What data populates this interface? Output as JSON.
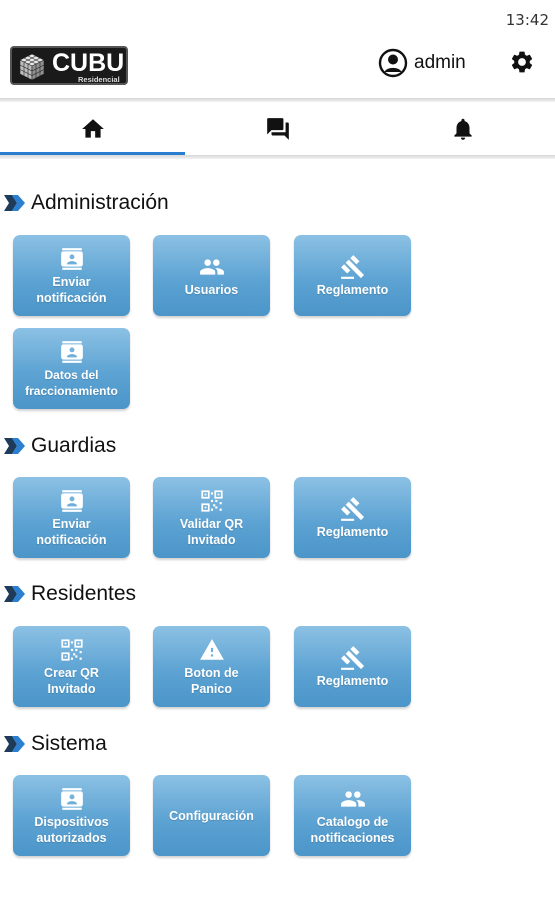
{
  "status_bar": {
    "time": "13:42"
  },
  "header": {
    "logo_text": "CUBU",
    "logo_sub": "Residencial",
    "user_name": "admin"
  },
  "tabs": [
    {
      "icon": "home-icon"
    },
    {
      "icon": "chat-icon"
    },
    {
      "icon": "bell-icon"
    }
  ],
  "colors": {
    "accent": "#2a7fd0",
    "tile": "#5da3d3",
    "section_chevron_dark": "#1f3b5a",
    "section_chevron_light": "#2a7fd0"
  },
  "sections": [
    {
      "title": "Administración",
      "tiles": [
        {
          "icon": "contact-card-icon",
          "label": "Enviar\nnotificación"
        },
        {
          "icon": "users-icon",
          "label": "Usuarios"
        },
        {
          "icon": "gavel-icon",
          "label": "Reglamento"
        },
        {
          "icon": "contact-card-icon",
          "label": "Datos del\nfraccionamiento"
        }
      ]
    },
    {
      "title": "Guardias",
      "tiles": [
        {
          "icon": "contact-card-icon",
          "label": "Enviar\nnotificación"
        },
        {
          "icon": "qr-code-icon",
          "label": "Validar QR\nInvitado"
        },
        {
          "icon": "gavel-icon",
          "label": "Reglamento"
        }
      ]
    },
    {
      "title": "Residentes",
      "tiles": [
        {
          "icon": "qr-code-icon",
          "label": "Crear QR\nInvitado"
        },
        {
          "icon": "warning-icon",
          "label": "Boton de\nPanico"
        },
        {
          "icon": "gavel-icon",
          "label": "Reglamento"
        }
      ]
    },
    {
      "title": "Sistema",
      "tiles": [
        {
          "icon": "contact-card-icon",
          "label": "Dispositivos\nautorizados"
        },
        {
          "icon": "",
          "label": "Configuración"
        },
        {
          "icon": "users-icon",
          "label": "Catalogo de\nnotificaciones"
        }
      ]
    }
  ]
}
